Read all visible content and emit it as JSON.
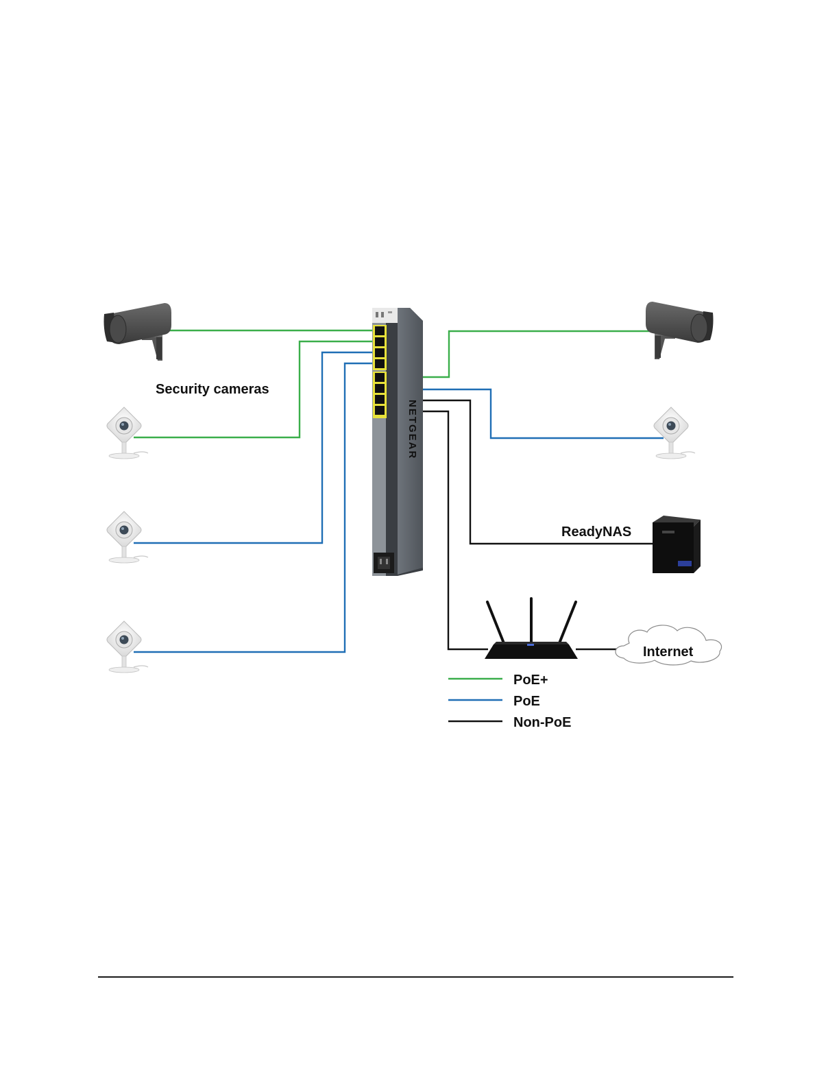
{
  "labels": {
    "security_cameras": "Security cameras",
    "readynas": "ReadyNAS",
    "internet": "Internet",
    "switch_brand": "NETGEAR"
  },
  "legend": [
    {
      "label": "PoE+",
      "color": "#3aae4a"
    },
    {
      "label": "PoE",
      "color": "#1f6eb5"
    },
    {
      "label": "Non-PoE",
      "color": "#111111"
    }
  ],
  "colors": {
    "poe_plus": "#3aae4a",
    "poe": "#1f6eb5",
    "non_poe": "#111111",
    "switch_body": "#6f757c",
    "port_highlight": "#e8e23a"
  },
  "icons": [
    "bullet-camera-icon",
    "arqo-camera-icon",
    "network-switch-icon",
    "nas-icon",
    "router-icon",
    "cloud-icon"
  ]
}
